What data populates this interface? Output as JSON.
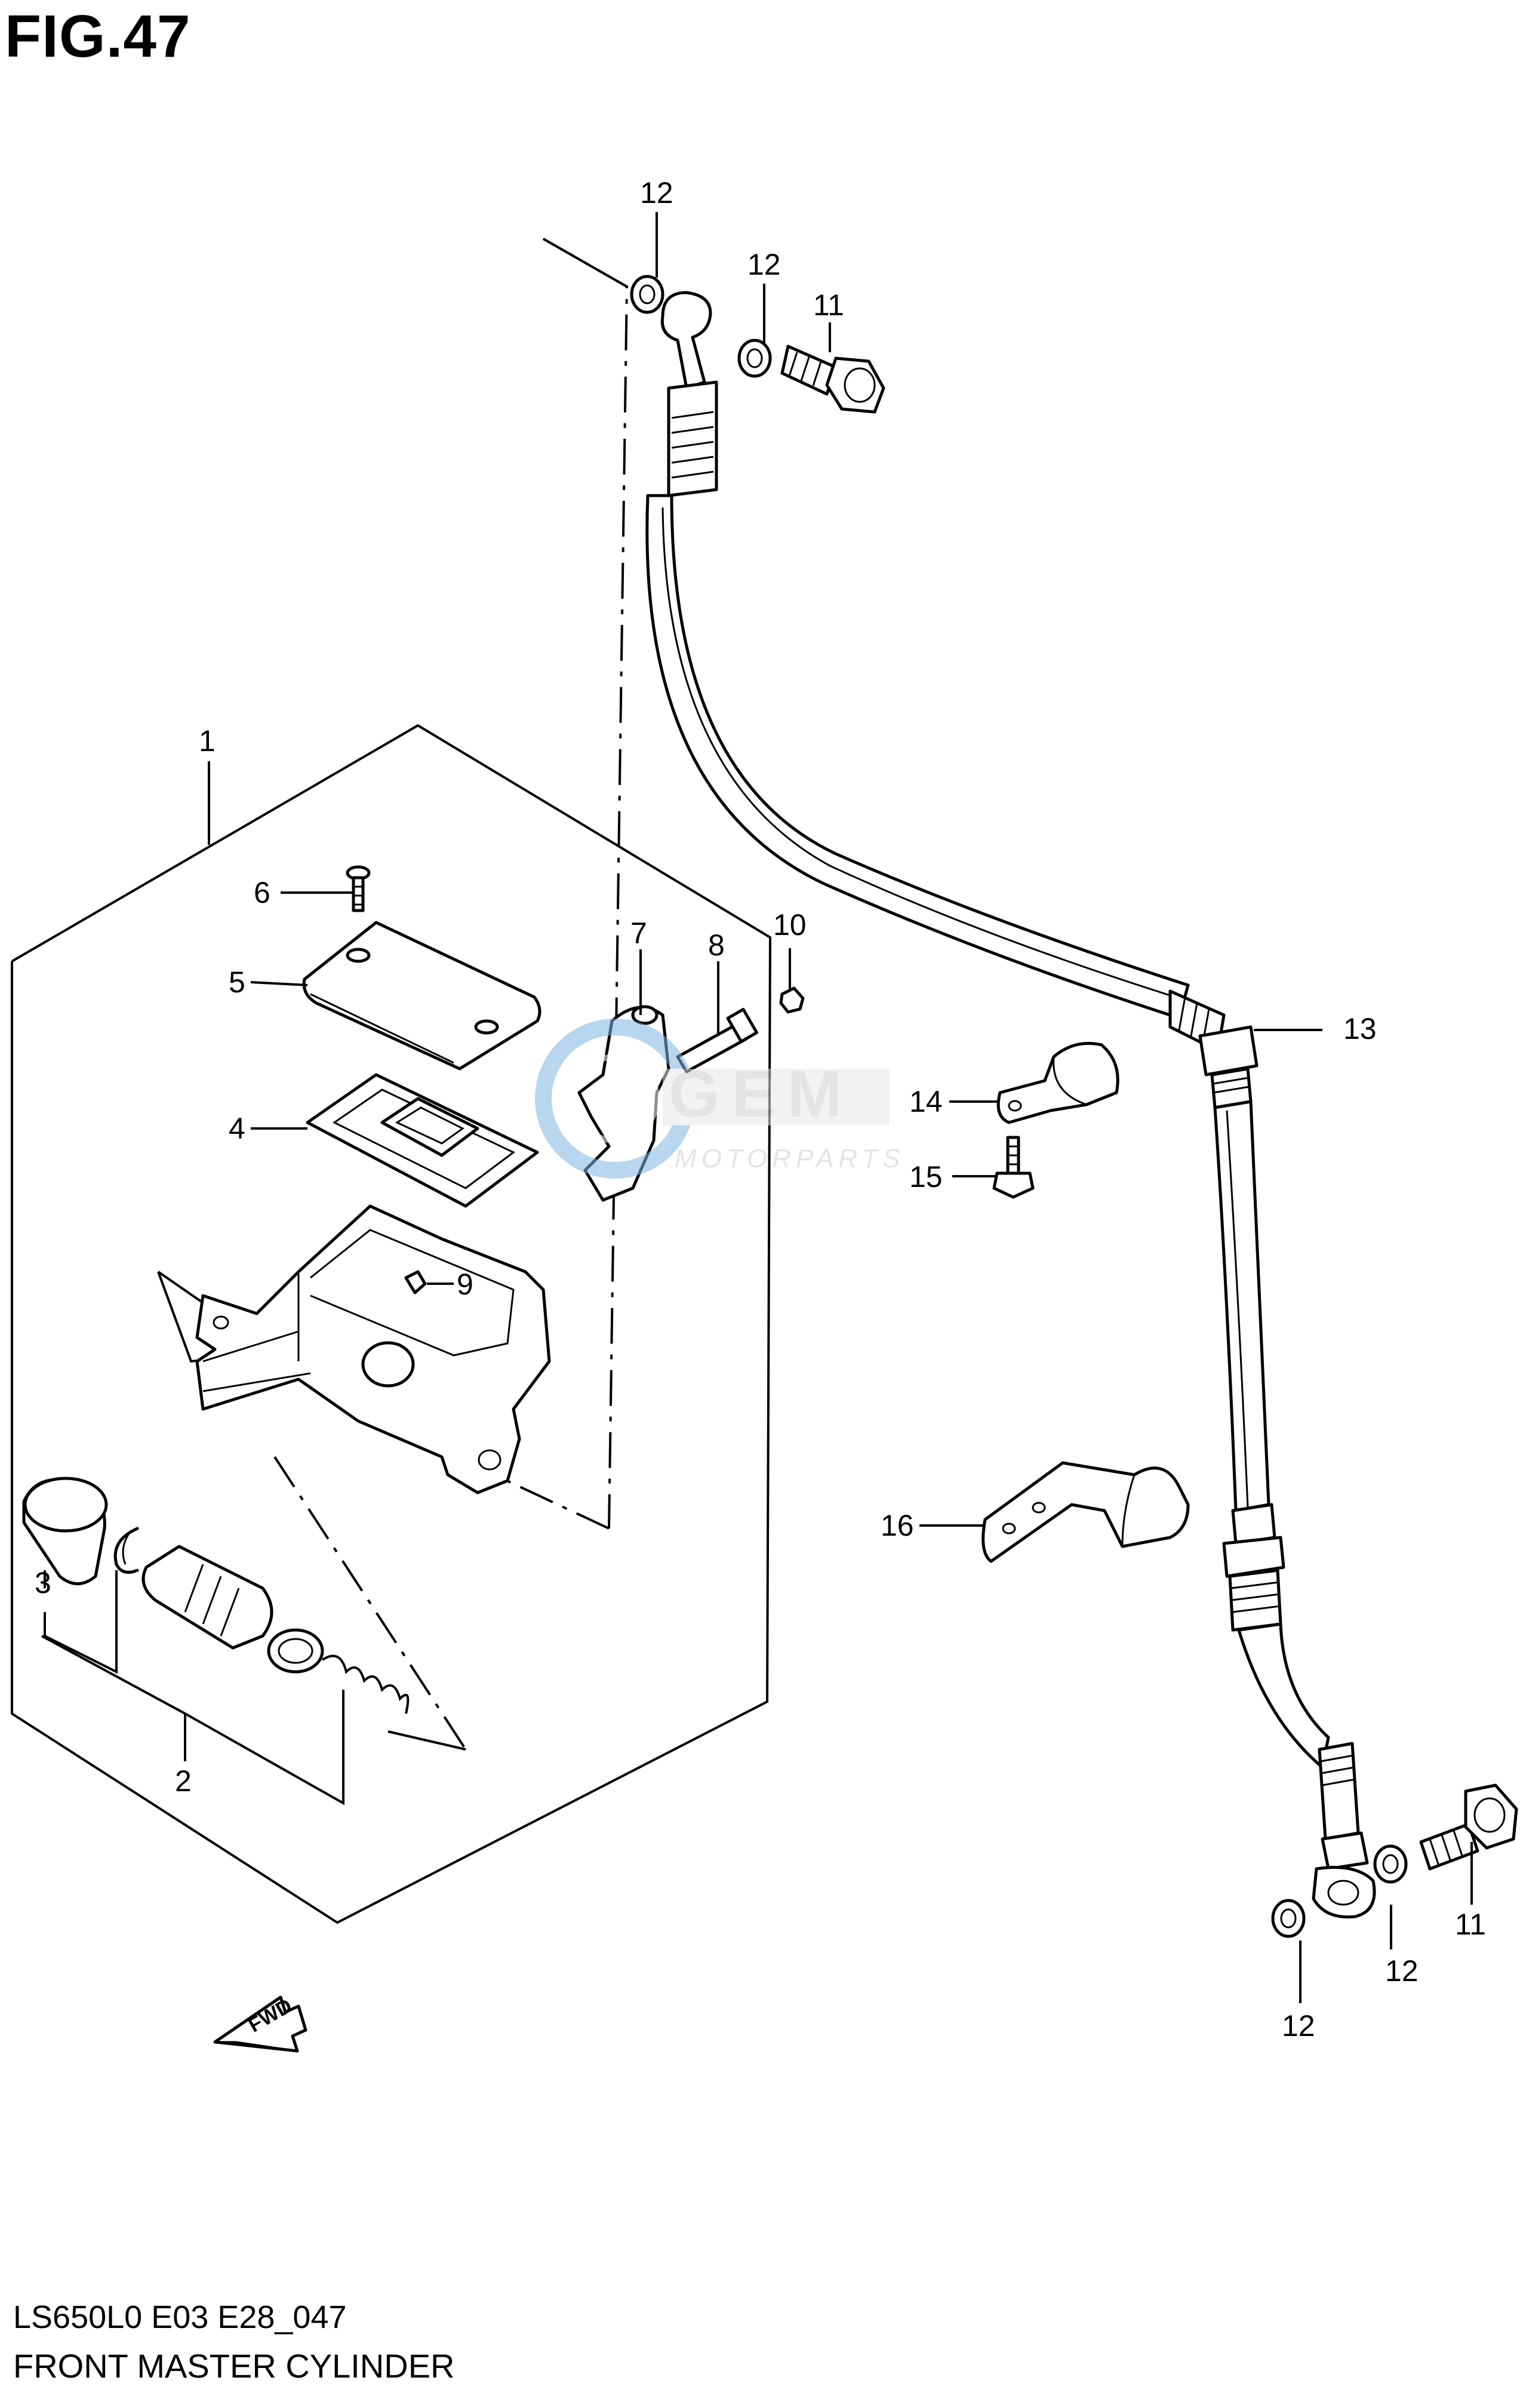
{
  "figure": {
    "title": "FIG.47",
    "code": "LS650L0 E03 E28_047",
    "name": "FRONT MASTER CYLINDER"
  },
  "watermark": {
    "brand": "GEM",
    "sub": "MOTORPARTS"
  },
  "fwd_label": "FWD",
  "callouts": {
    "c1": "1",
    "c2": "2",
    "c3": "3",
    "c4": "4",
    "c5": "5",
    "c6": "6",
    "c7": "7",
    "c8": "8",
    "c9": "9",
    "c10": "10",
    "c11a": "11",
    "c11b": "11",
    "c12a": "12",
    "c12b": "12",
    "c12c": "12",
    "c12d": "12",
    "c13": "13",
    "c14": "14",
    "c15": "15",
    "c16": "16"
  },
  "colors": {
    "line": "#000000",
    "watermark": "#7fb6e0"
  }
}
